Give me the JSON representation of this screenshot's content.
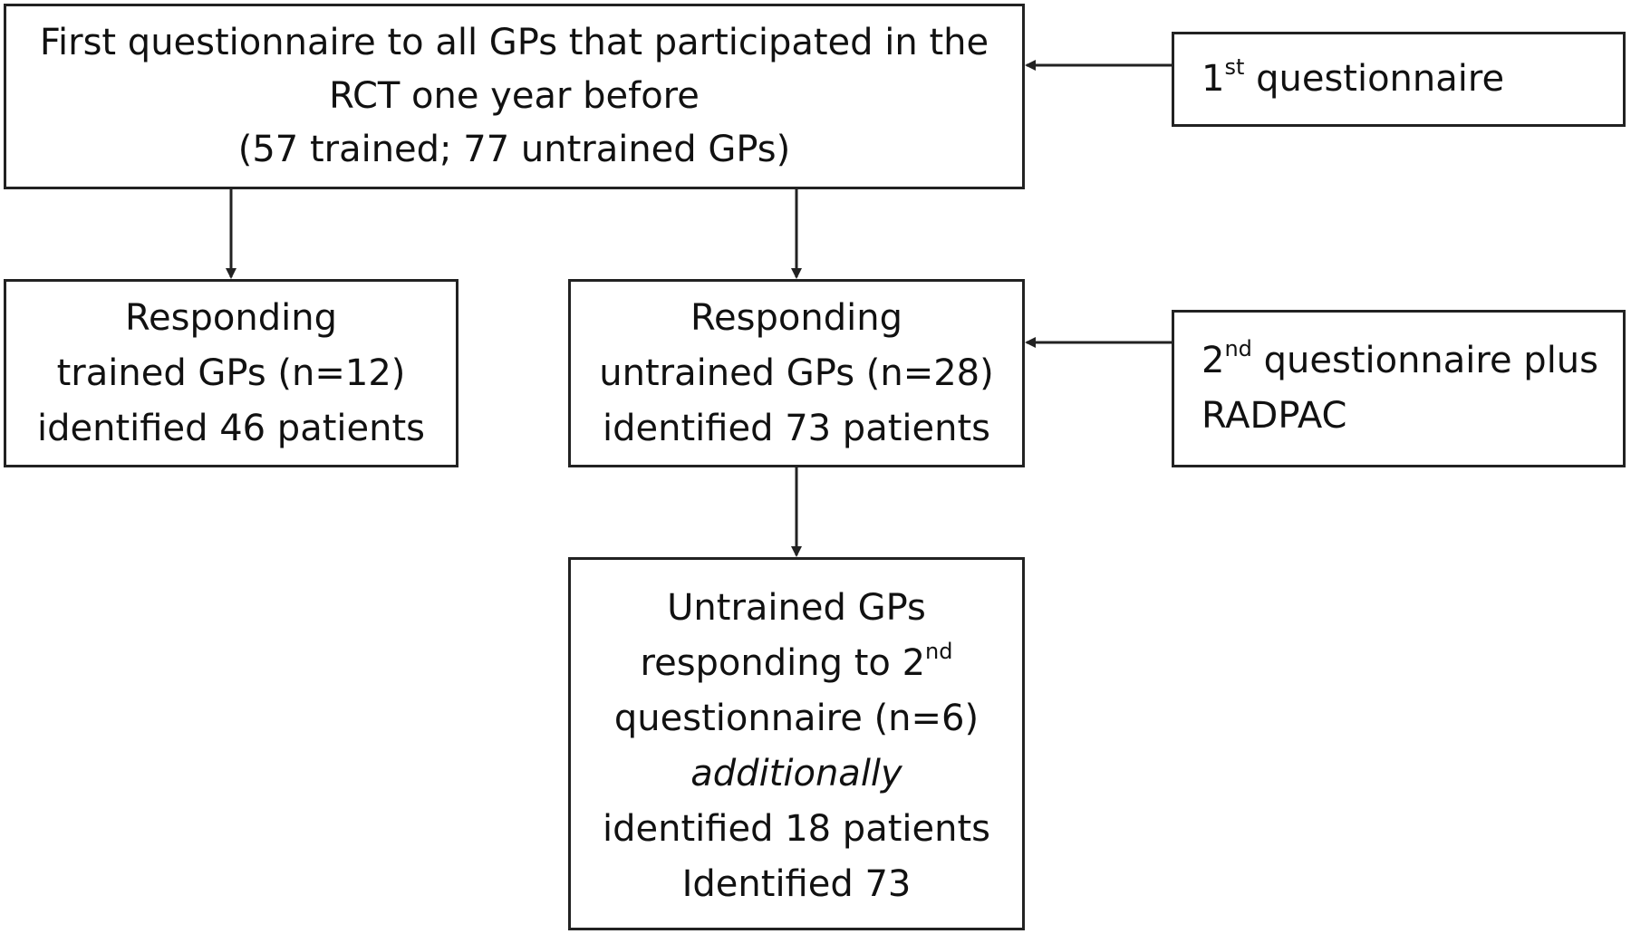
{
  "boxes": {
    "first": {
      "line1": "First questionnaire to all GPs that participated in the",
      "line2": "RCT one year before",
      "line3": "(57 trained; 77 untrained GPs)"
    },
    "q1": {
      "number": "1",
      "sup": "st",
      "text": " questionnaire"
    },
    "trained": {
      "line1": "Responding",
      "line2": "trained GPs (n=12)",
      "line3": "identified 46 patients"
    },
    "untrained": {
      "line1": "Responding",
      "line2": "untrained GPs (n=28)",
      "line3": "identified 73 patients"
    },
    "q2": {
      "number": "2",
      "sup": "nd",
      "text": " questionnaire plus",
      "line2": "RADPAC"
    },
    "final": {
      "line1": "Untrained GPs",
      "line2_text": "responding to 2",
      "line2_sup": "nd",
      "line3": "questionnaire (n=6)",
      "line4": "additionally",
      "line5": "identified 18 patients",
      "line6": "Identified 73"
    }
  }
}
